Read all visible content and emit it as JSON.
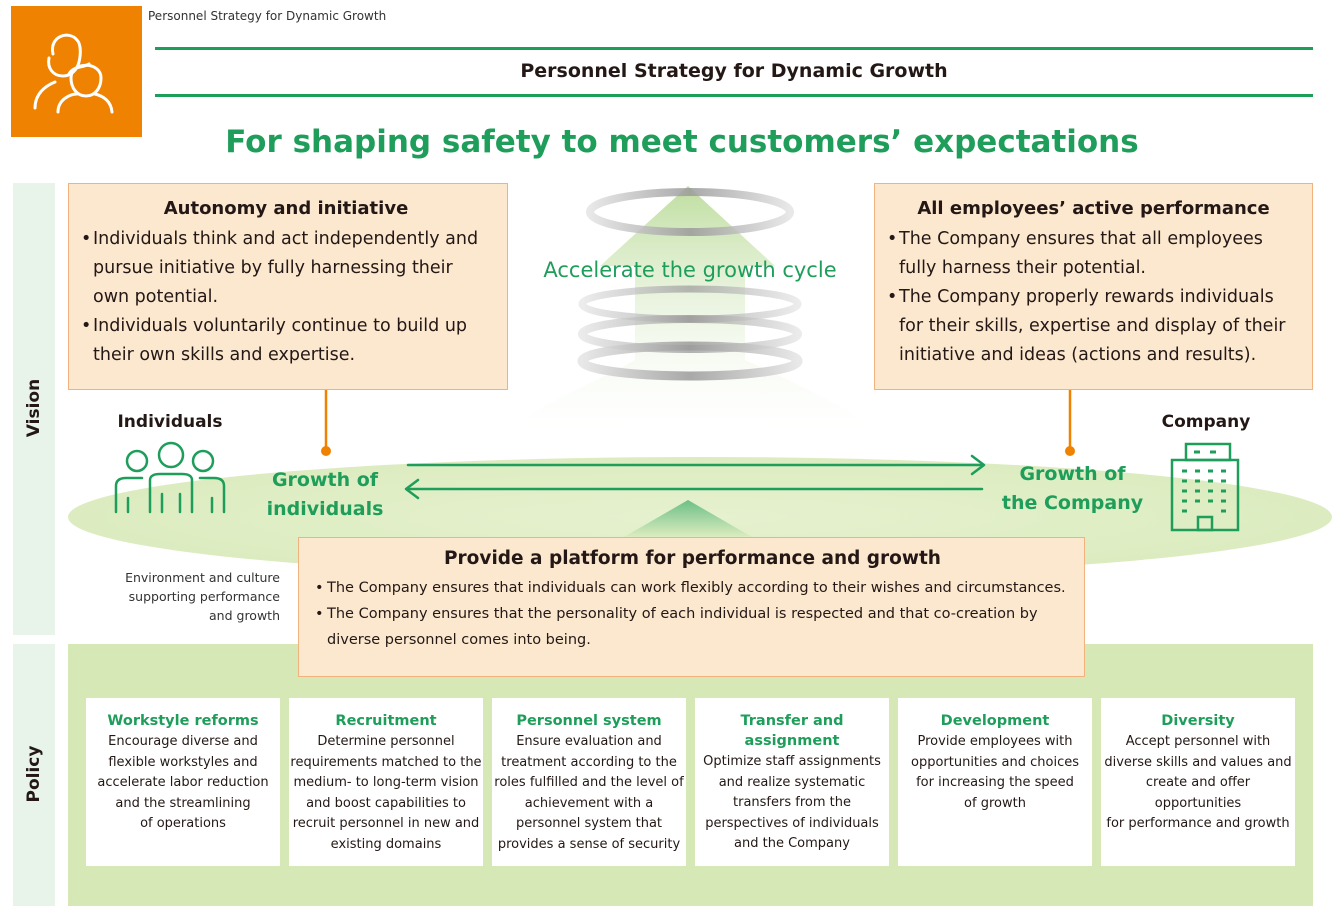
{
  "page": {
    "top_caption": "Personnel Strategy for Dynamic Growth",
    "header_title": "Personnel Strategy for Dynamic Growth",
    "main_title": "For shaping safety to meet customers’ expectations",
    "logo_icon": "people-icon"
  },
  "colors": {
    "accent_green": "#1e9e5a",
    "logo_orange": "#ef8200",
    "peach_fill": "#fce7cf",
    "peach_border": "#f2b27e",
    "policy_band": "#d5e8b6"
  },
  "vision": {
    "side_label": "Vision",
    "left_box": {
      "title": "Autonomy and initiative",
      "bullets": [
        "Individuals think and act independently and pursue initiative by fully harnessing their own potential.",
        "Individuals voluntarily continue to build up their own skills and expertise."
      ]
    },
    "right_box": {
      "title": "All employees’ active performance",
      "bullets": [
        "The Company ensures that all employees fully harness their potential.",
        "The Company properly rewards individuals for their skills, expertise and display of their initiative and ideas (actions and results)."
      ]
    },
    "center_label": "Accelerate the growth cycle",
    "individuals_label": "Individuals",
    "company_label": "Company",
    "growth_individuals": "Growth of\nindividuals",
    "growth_company": "Growth of\nthe Company",
    "environment_text": "Environment and culture\nsupporting performance\nand growth",
    "platform_box": {
      "title": "Provide a platform for performance and growth",
      "bullets": [
        "The Company ensures that individuals can work flexibly according to their wishes and circumstances.",
        "The Company ensures that the personality of each individual is respected and that co-creation by diverse personnel comes into being."
      ]
    }
  },
  "policy": {
    "side_label": "Policy",
    "cards": [
      {
        "title": "Workstyle reforms",
        "desc": "Encourage diverse and\nflexible workstyles and\naccelerate labor reduction\nand the streamlining\nof operations"
      },
      {
        "title": "Recruitment",
        "desc": "Determine personnel\nrequirements matched to the\nmedium- to long-term vision\nand boost capabilities to\nrecruit personnel in new and\nexisting domains"
      },
      {
        "title": "Personnel system",
        "desc": "Ensure evaluation and\ntreatment according to the\nroles fulfilled and the level of\nachievement with a\npersonnel system that\nprovides a sense of security"
      },
      {
        "title": "Transfer and assignment",
        "desc": "Optimize staff assignments\nand realize systematic\ntransfers from the\nperspectives of individuals\nand the Company"
      },
      {
        "title": "Development",
        "desc": "Provide employees with\nopportunities and choices\nfor increasing the speed\nof growth"
      },
      {
        "title": "Diversity",
        "desc": "Accept personnel with\ndiverse skills and values and\ncreate and offer opportunities\nfor performance and growth"
      }
    ]
  }
}
